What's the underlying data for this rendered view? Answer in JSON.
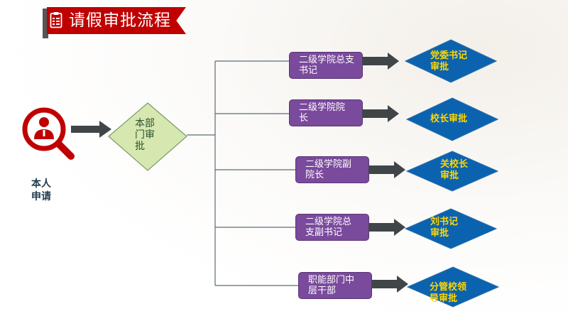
{
  "title": "请假审批流程",
  "start": {
    "label_line1": "本人",
    "label_line2": "申请"
  },
  "dept": {
    "line1": "本部",
    "line2": "门审",
    "line3": "批"
  },
  "branches": [
    {
      "role_line1": "二级学院总支",
      "role_line2": "书记",
      "approver_line1": "党委书记",
      "approver_line2": "审批"
    },
    {
      "role_line1": "二级学院院",
      "role_line2": "长",
      "approver_line1": "校长审批",
      "approver_line2": ""
    },
    {
      "role_line1": "二级学院副",
      "role_line2": "院长",
      "approver_line1": "关校长",
      "approver_line2": "审批"
    },
    {
      "role_line1": "二级学院总",
      "role_line2": "支副书记",
      "approver_line1": "刘书记",
      "approver_line2": "审批"
    },
    {
      "role_line1": "职能部门中",
      "role_line2": "层干部",
      "approver_line1": "分管校领",
      "approver_line2": "导审批"
    }
  ],
  "colors": {
    "banner": "#c00000",
    "role_box": "#7a4a9c",
    "approver": "#0b63b0",
    "approver_text": "#ffd700",
    "dept": "#d6e8b0",
    "arrow": "#404548"
  }
}
